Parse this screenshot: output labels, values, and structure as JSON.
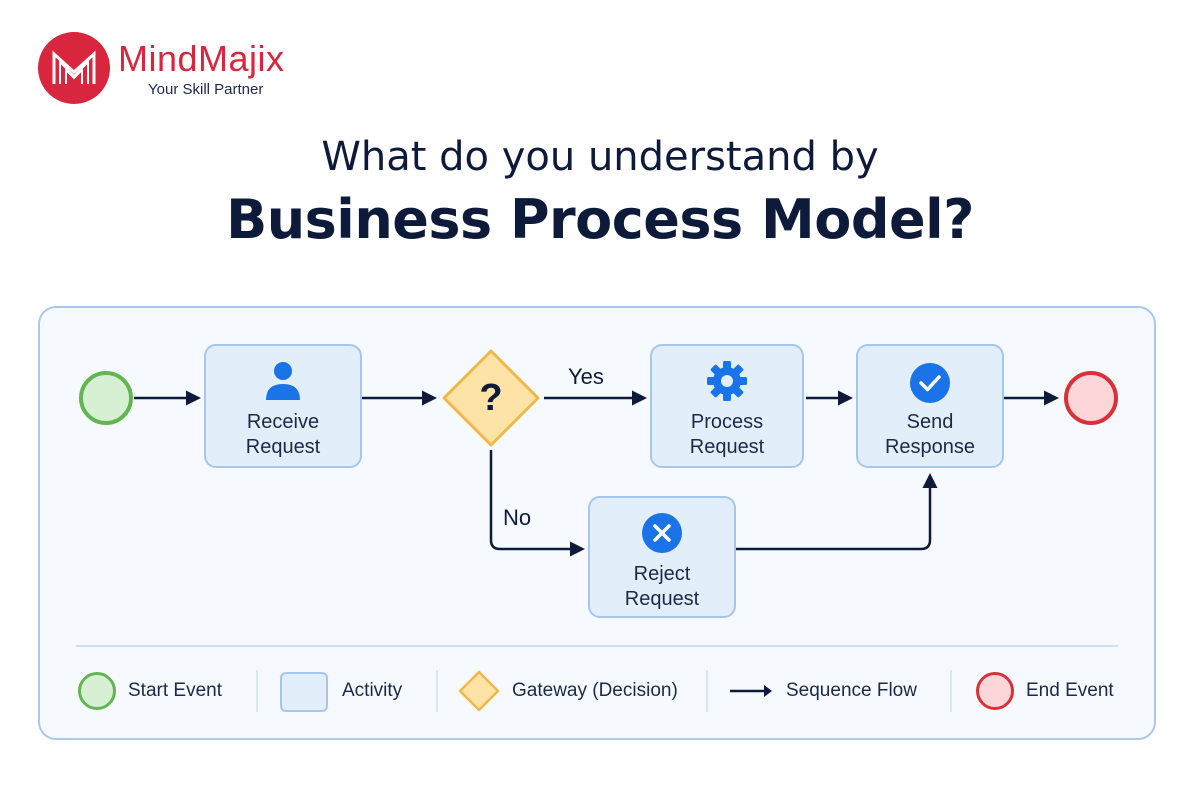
{
  "brand": {
    "name": "MindMajix",
    "tagline": "Your Skill Partner",
    "color": "#d7263d"
  },
  "titles": {
    "line1": "What do you understand by",
    "line2": "Business Process Model?"
  },
  "diagram": {
    "nodes": {
      "receive": {
        "line1": "Receive",
        "line2": "Request",
        "icon": "user-icon"
      },
      "process": {
        "line1": "Process",
        "line2": "Request",
        "icon": "gear-icon"
      },
      "send": {
        "line1": "Send",
        "line2": "Response",
        "icon": "check-circle-icon"
      },
      "reject": {
        "line1": "Reject",
        "line2": "Request",
        "icon": "x-circle-icon"
      }
    },
    "gateway": {
      "mark": "?"
    },
    "edges": {
      "yes": "Yes",
      "no": "No"
    }
  },
  "legend": {
    "start": "Start Event",
    "activity": "Activity",
    "gateway": "Gateway (Decision)",
    "flow": "Sequence Flow",
    "end": "End Event"
  },
  "colors": {
    "start_fill": "#d7f0d3",
    "start_stroke": "#62b550",
    "end_fill": "#fcd6d8",
    "end_stroke": "#d9303a",
    "activity_fill": "#e3eefb",
    "activity_stroke": "#a7c6ec",
    "gateway_fill": "#fde3a5",
    "gateway_stroke": "#f0b84a",
    "icon_blue": "#1a73e8"
  }
}
